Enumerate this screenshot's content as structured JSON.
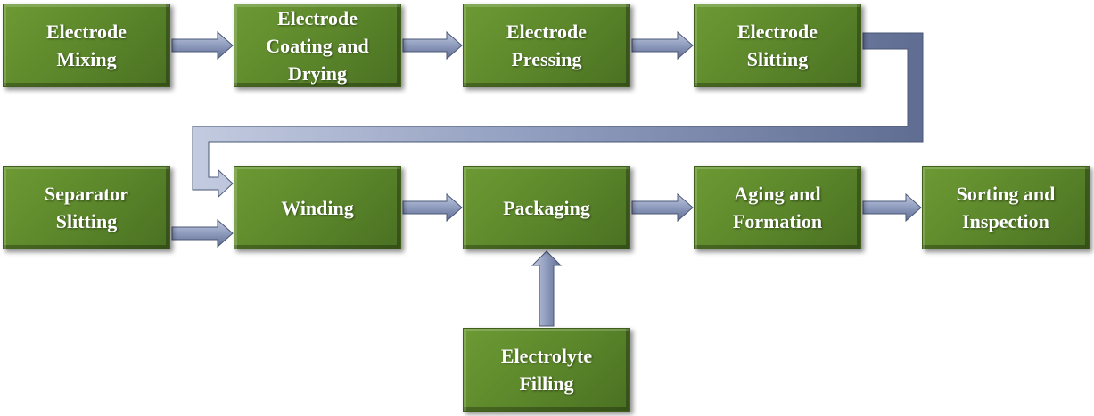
{
  "steps": {
    "electrode_mixing": "Electrode\nMixing",
    "electrode_coating": "Electrode\nCoating and\nDrying",
    "electrode_pressing": "Electrode\nPressing",
    "electrode_slitting": "Electrode\nSlitting",
    "separator_slitting": "Separator\nSlitting",
    "winding": "Winding",
    "packaging": "Packaging",
    "aging_formation": "Aging and\nFormation",
    "sorting_inspection": "Sorting and\nInspection",
    "electrolyte_filling": "Electrolyte\nFilling"
  },
  "colors": {
    "box_fill": "#5a852a",
    "box_text": "#ffffff",
    "arrow_fill": "#8a97b8",
    "arrow_stroke": "#4a5775"
  }
}
